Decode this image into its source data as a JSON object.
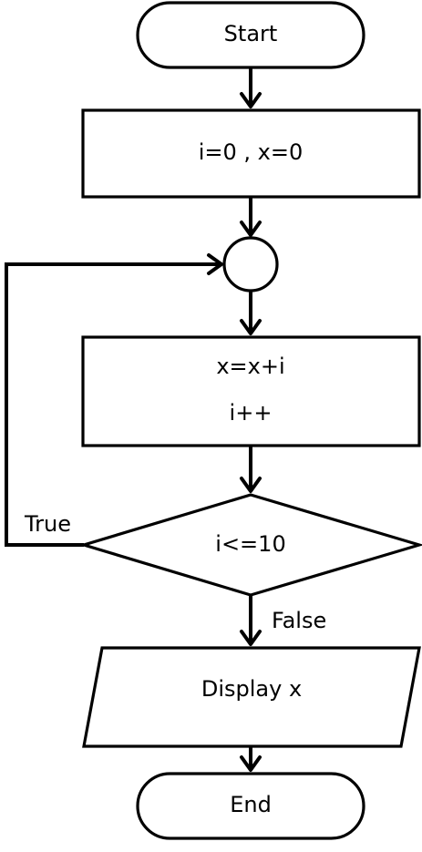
{
  "flowchart": {
    "start_label": "Start",
    "init_label": "i=0 , x=0",
    "process_line1": "x=x+i",
    "process_line2": "i++",
    "condition_label": "i<=10",
    "true_label": "True",
    "false_label": "False",
    "output_label": "Display x",
    "end_label": "End"
  }
}
